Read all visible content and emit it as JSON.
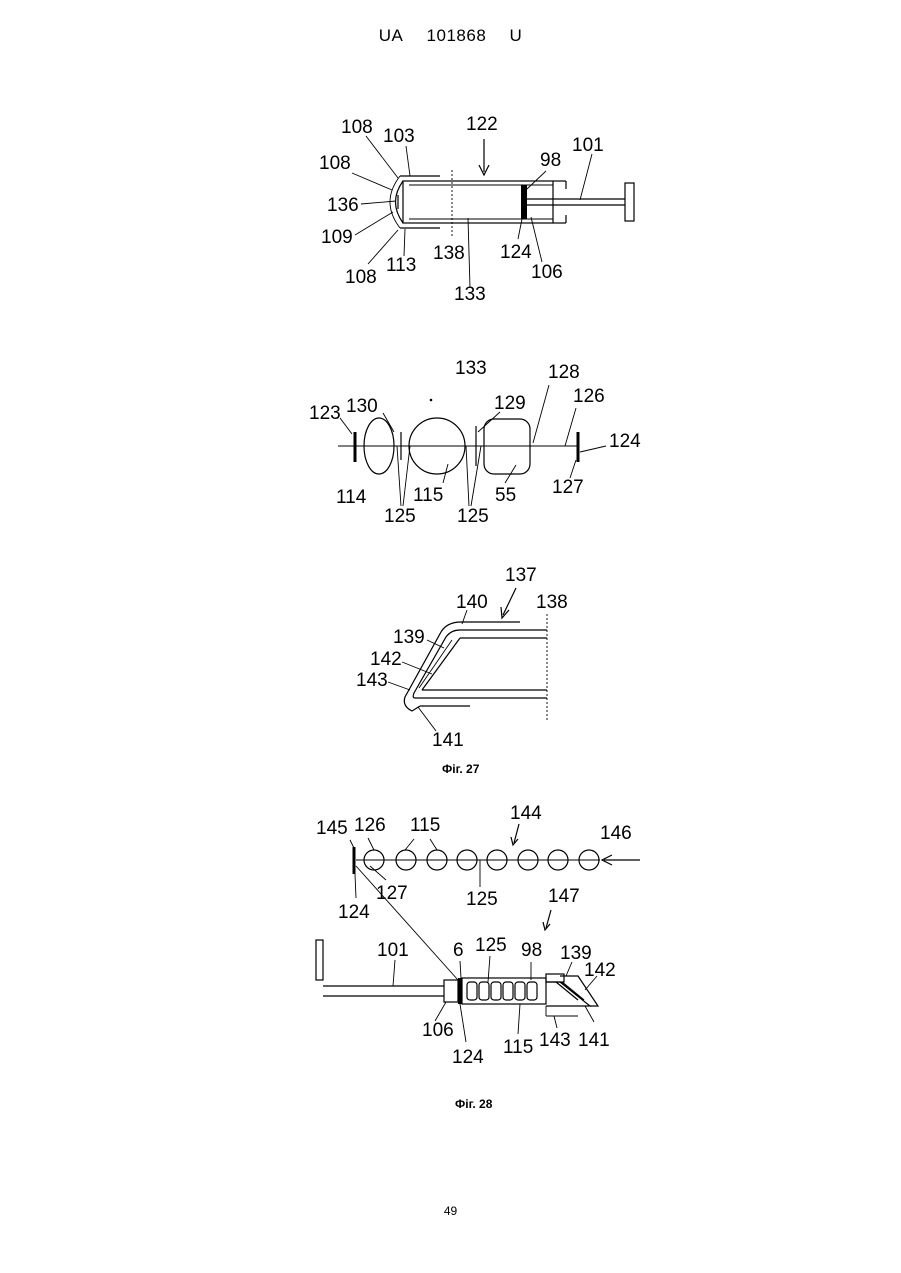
{
  "header": {
    "country": "UA",
    "number": "101868",
    "kind": "U"
  },
  "page_number": "49",
  "figures": {
    "syringe_top": {
      "labels": [
        "108",
        "103",
        "122",
        "98",
        "101",
        "108",
        "136",
        "109",
        "108",
        "113",
        "138",
        "133",
        "124",
        "106"
      ]
    },
    "chain_top": {
      "labels": [
        "133",
        "128",
        "126",
        "123",
        "130",
        "129",
        "124",
        "114",
        "125",
        "115",
        "125",
        "55",
        "127"
      ]
    },
    "fig27": {
      "caption": "Фіг. 27",
      "labels": [
        "137",
        "140",
        "138",
        "139",
        "142",
        "143",
        "141"
      ]
    },
    "fig28": {
      "caption": "Фіг. 28",
      "labels": [
        "145",
        "126",
        "115",
        "144",
        "146",
        "127",
        "125",
        "124",
        "147",
        "101",
        "6",
        "125",
        "98",
        "139",
        "142",
        "106",
        "124",
        "115",
        "143",
        "141"
      ]
    }
  }
}
